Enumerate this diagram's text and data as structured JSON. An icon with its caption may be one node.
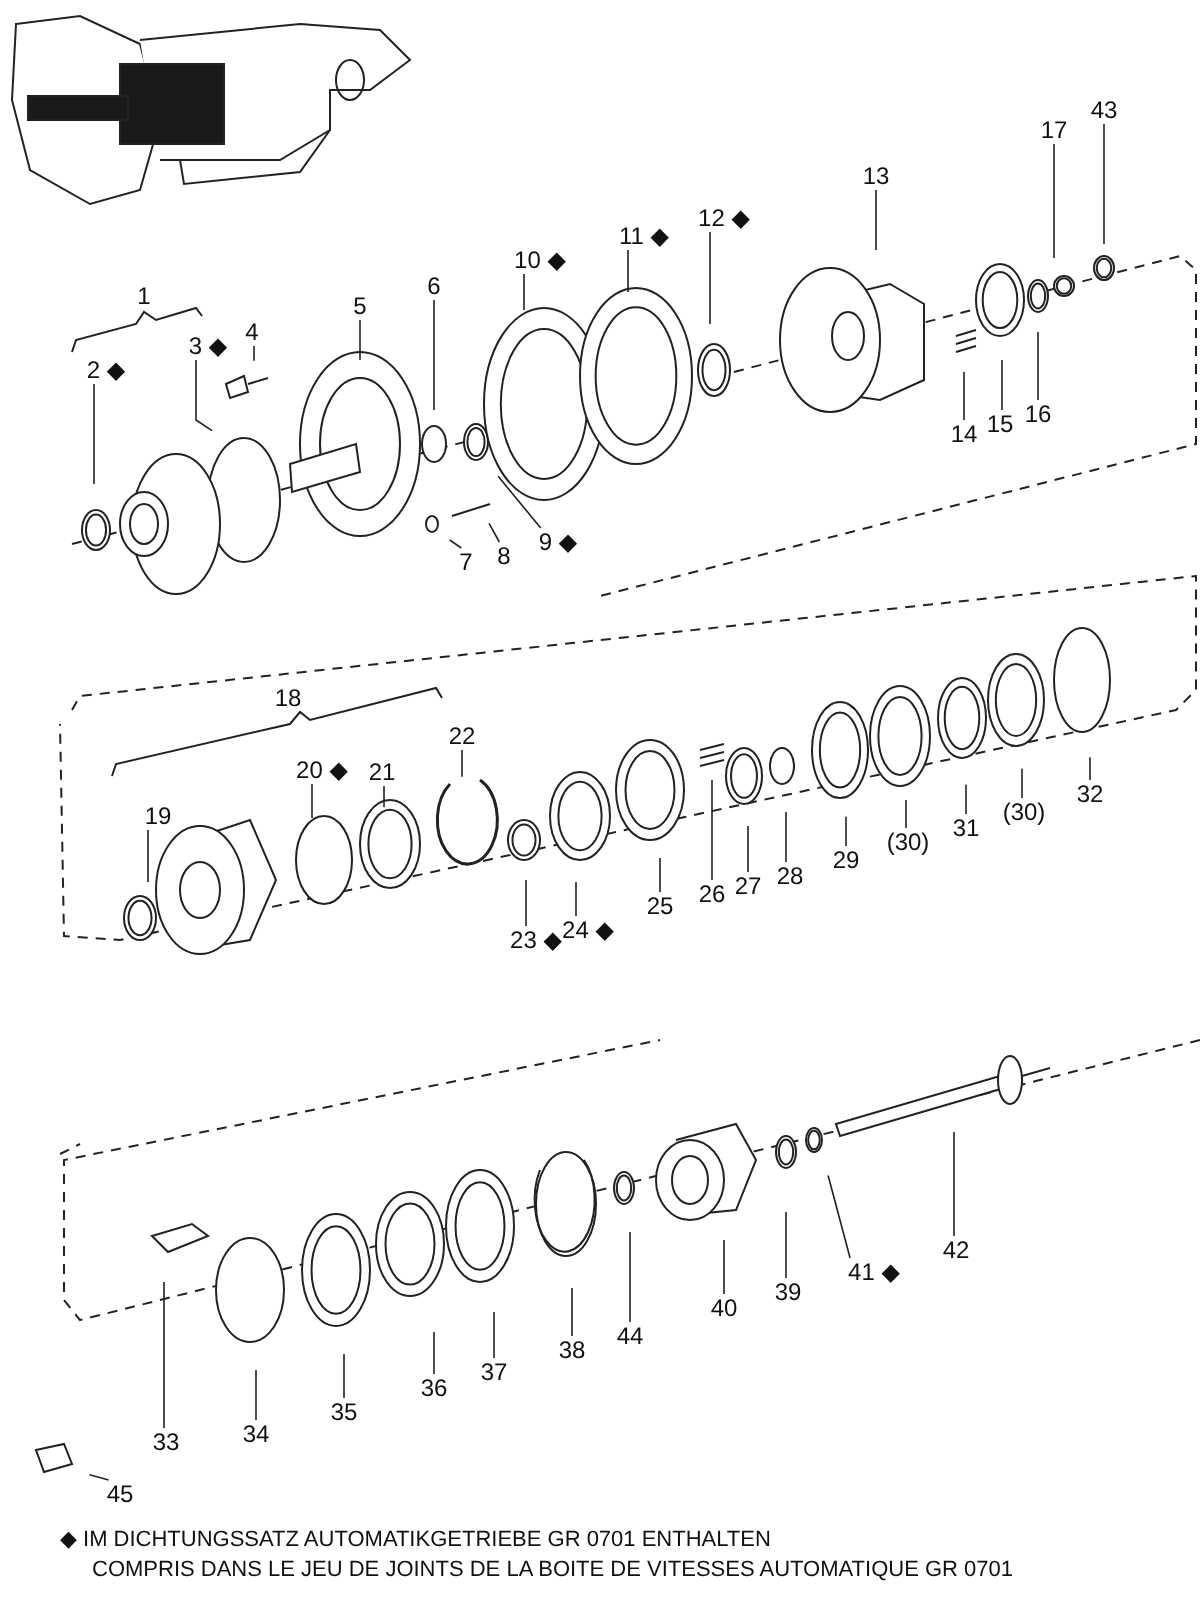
{
  "diagram": {
    "nodes": [
      {
        "text": [
          "2 ◆"
        ]
      },
      {
        "text": [
          "3 ◆"
        ]
      },
      {
        "text": [
          "4"
        ]
      },
      {
        "text": [
          "5"
        ]
      },
      {
        "text": [
          "6"
        ]
      },
      {
        "text": [
          "7"
        ]
      },
      {
        "text": [
          "8"
        ]
      },
      {
        "text": [
          "9 ◆"
        ]
      },
      {
        "text": [
          "10 ◆"
        ]
      },
      {
        "text": [
          "11 ◆"
        ]
      },
      {
        "text": [
          "12 ◆"
        ]
      },
      {
        "text": [
          "13"
        ]
      },
      {
        "text": [
          "14"
        ]
      },
      {
        "text": [
          "15"
        ]
      },
      {
        "text": [
          "16"
        ]
      },
      {
        "text": [
          "17"
        ]
      },
      {
        "text": [
          "43"
        ]
      },
      {
        "text": [
          "19"
        ]
      },
      {
        "text": [
          "20 ◆"
        ]
      },
      {
        "text": [
          "21"
        ]
      },
      {
        "text": [
          "22"
        ]
      },
      {
        "text": [
          "23 ◆"
        ]
      },
      {
        "text": [
          "24 ◆"
        ]
      },
      {
        "text": [
          "25"
        ]
      },
      {
        "text": [
          "26"
        ]
      },
      {
        "text": [
          "27"
        ]
      },
      {
        "text": [
          "28"
        ]
      },
      {
        "text": [
          "29"
        ]
      },
      {
        "text": [
          "(30)"
        ]
      },
      {
        "text": [
          "31"
        ]
      },
      {
        "text": [
          "(30)"
        ]
      },
      {
        "text": [
          "32"
        ]
      },
      {
        "text": [
          "33"
        ]
      },
      {
        "text": [
          "34"
        ]
      },
      {
        "text": [
          "35"
        ]
      },
      {
        "text": [
          "36"
        ]
      },
      {
        "text": [
          "37"
        ]
      },
      {
        "text": [
          "38"
        ]
      },
      {
        "text": [
          "44"
        ]
      },
      {
        "text": [
          "40"
        ]
      },
      {
        "text": [
          "39"
        ]
      },
      {
        "text": [
          "41 ◆"
        ]
      },
      {
        "text": [
          "42"
        ]
      },
      {
        "text": [
          "45"
        ]
      }
    ],
    "edges": [
      {
        "from": 0,
        "to": null,
        "arrow": "none"
      },
      {
        "from": 1,
        "to": null,
        "arrow": "none"
      },
      {
        "from": 2,
        "to": null,
        "arrow": "none"
      },
      {
        "from": 3,
        "to": null,
        "arrow": "none"
      },
      {
        "from": 4,
        "to": null,
        "arrow": "none"
      },
      {
        "from": 5,
        "to": null,
        "arrow": "none"
      },
      {
        "from": 6,
        "to": null,
        "arrow": "none"
      },
      {
        "from": 7,
        "to": null,
        "arrow": "none"
      },
      {
        "from": 8,
        "to": null,
        "arrow": "none"
      },
      {
        "from": 9,
        "to": null,
        "arrow": "none"
      },
      {
        "from": 10,
        "to": null,
        "arrow": "none"
      },
      {
        "from": 11,
        "to": null,
        "arrow": "none"
      },
      {
        "from": 12,
        "to": null,
        "arrow": "none"
      },
      {
        "from": 13,
        "to": null,
        "arrow": "none"
      },
      {
        "from": 14,
        "to": null,
        "arrow": "none"
      },
      {
        "from": 15,
        "to": null,
        "arrow": "none"
      },
      {
        "from": 16,
        "to": null,
        "arrow": "none"
      },
      {
        "from": 17,
        "to": null,
        "arrow": "none"
      },
      {
        "from": 18,
        "to": null,
        "arrow": "none"
      },
      {
        "from": 19,
        "to": null,
        "arrow": "none"
      },
      {
        "from": 20,
        "to": null,
        "arrow": "none"
      },
      {
        "from": 21,
        "to": null,
        "arrow": "none"
      },
      {
        "from": 22,
        "to": null,
        "arrow": "none"
      },
      {
        "from": 23,
        "to": null,
        "arrow": "none"
      },
      {
        "from": 24,
        "to": null,
        "arrow": "none"
      },
      {
        "from": 25,
        "to": null,
        "arrow": "none"
      },
      {
        "from": 26,
        "to": null,
        "arrow": "none"
      },
      {
        "from": 27,
        "to": null,
        "arrow": "none"
      },
      {
        "from": 28,
        "to": null,
        "arrow": "none"
      },
      {
        "from": 29,
        "to": null,
        "arrow": "none"
      },
      {
        "from": 30,
        "to": null,
        "arrow": "none"
      },
      {
        "from": 31,
        "to": null,
        "arrow": "none"
      },
      {
        "from": 32,
        "to": null,
        "arrow": "none"
      },
      {
        "from": 33,
        "to": null,
        "arrow": "none"
      },
      {
        "from": 34,
        "to": null,
        "arrow": "none"
      },
      {
        "from": 35,
        "to": null,
        "arrow": "none"
      },
      {
        "from": 36,
        "to": null,
        "arrow": "none"
      },
      {
        "from": 37,
        "to": null,
        "arrow": "none"
      },
      {
        "from": 38,
        "to": null,
        "arrow": "none"
      },
      {
        "from": 39,
        "to": null,
        "arrow": "none"
      },
      {
        "from": 40,
        "to": null,
        "arrow": "none"
      },
      {
        "from": 41,
        "to": null,
        "arrow": "none"
      },
      {
        "from": 42,
        "to": null,
        "arrow": "none"
      },
      {
        "from": 43,
        "to": null,
        "arrow": "none"
      }
    ],
    "labels": [
      "1",
      "18",
      "◆ IM DICHTUNGSSATZ AUTOMATIKGETRIEBE GR 0701 ENTHALTEN",
      "COMPRIS DANS LE JEU DE JOINTS DE LA BOITE DE VITESSES AUTOMATIQUE GR 0701"
    ]
  }
}
